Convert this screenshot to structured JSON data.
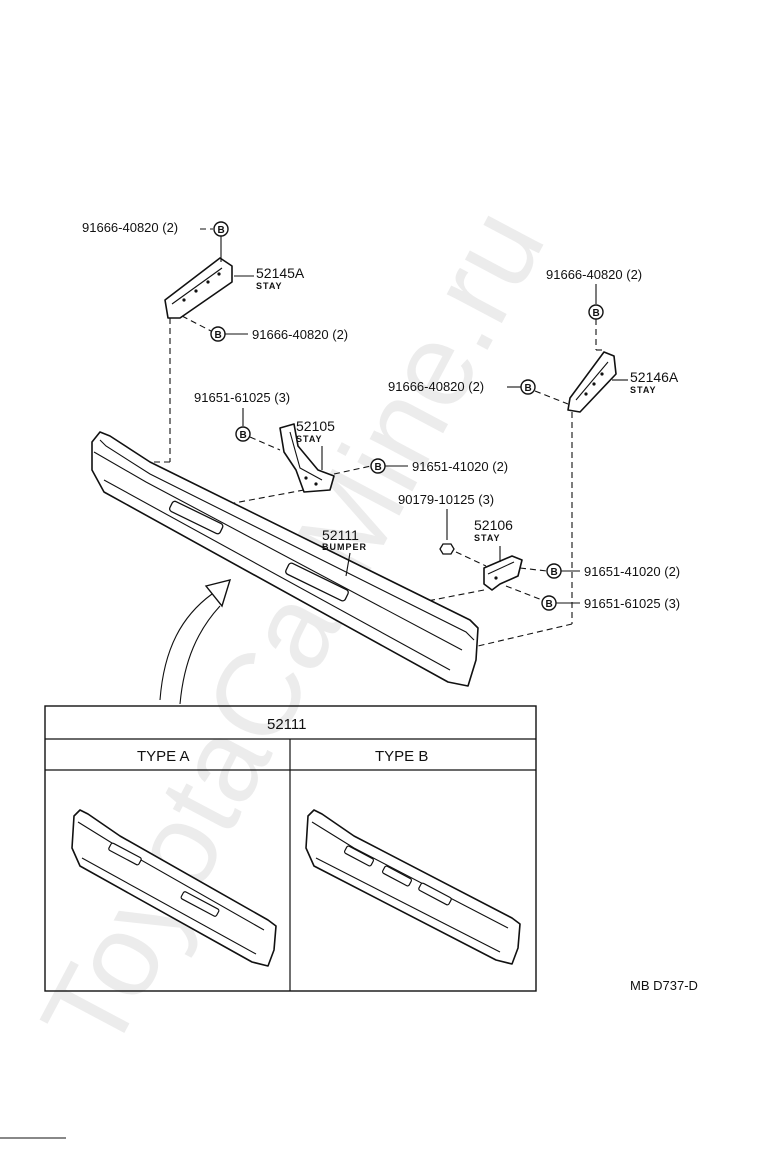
{
  "watermark": "ToyotaCarMine.ru",
  "drawing_code": "MB D737-D",
  "fastener_symbol": "B",
  "parts": {
    "stay_left": {
      "number": "52145A",
      "name": "STAY"
    },
    "stay_right": {
      "number": "52146A",
      "name": "STAY"
    },
    "stay_center_left": {
      "number": "52105",
      "name": "STAY"
    },
    "stay_center_right": {
      "number": "52106",
      "name": "STAY"
    },
    "bumper": {
      "number": "52111",
      "name": "BUMPER"
    }
  },
  "callouts": {
    "c1": "91666-40820 (2)",
    "c2": "91666-40820 (2)",
    "c3": "91666-40820 (2)",
    "c4": "91666-40820 (2)",
    "c5": "91651-61025 (3)",
    "c6": "91651-41020 (2)",
    "c7": "90179-10125 (3)",
    "c8": "91651-41020 (2)",
    "c9": "91651-61025 (3)"
  },
  "variants": {
    "header": "52111",
    "type_a": "TYPE A",
    "type_b": "TYPE B"
  }
}
